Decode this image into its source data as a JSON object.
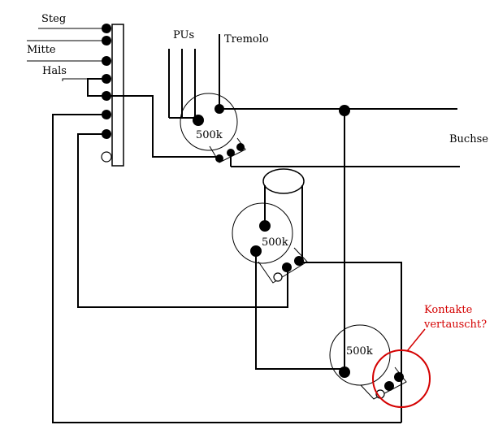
{
  "labels": {
    "steg": "Steg",
    "mitte": "Mitte",
    "hals": "Hals",
    "pus": "PUs",
    "tremolo": "Tremolo",
    "buchse": "Buchse",
    "pot1": "500k",
    "pot2": "500k",
    "pot3": "500k",
    "annotation_line1": "Kontakte",
    "annotation_line2": "vertauscht?"
  },
  "colors": {
    "wire": "#000000",
    "annotation": "#d40000"
  }
}
